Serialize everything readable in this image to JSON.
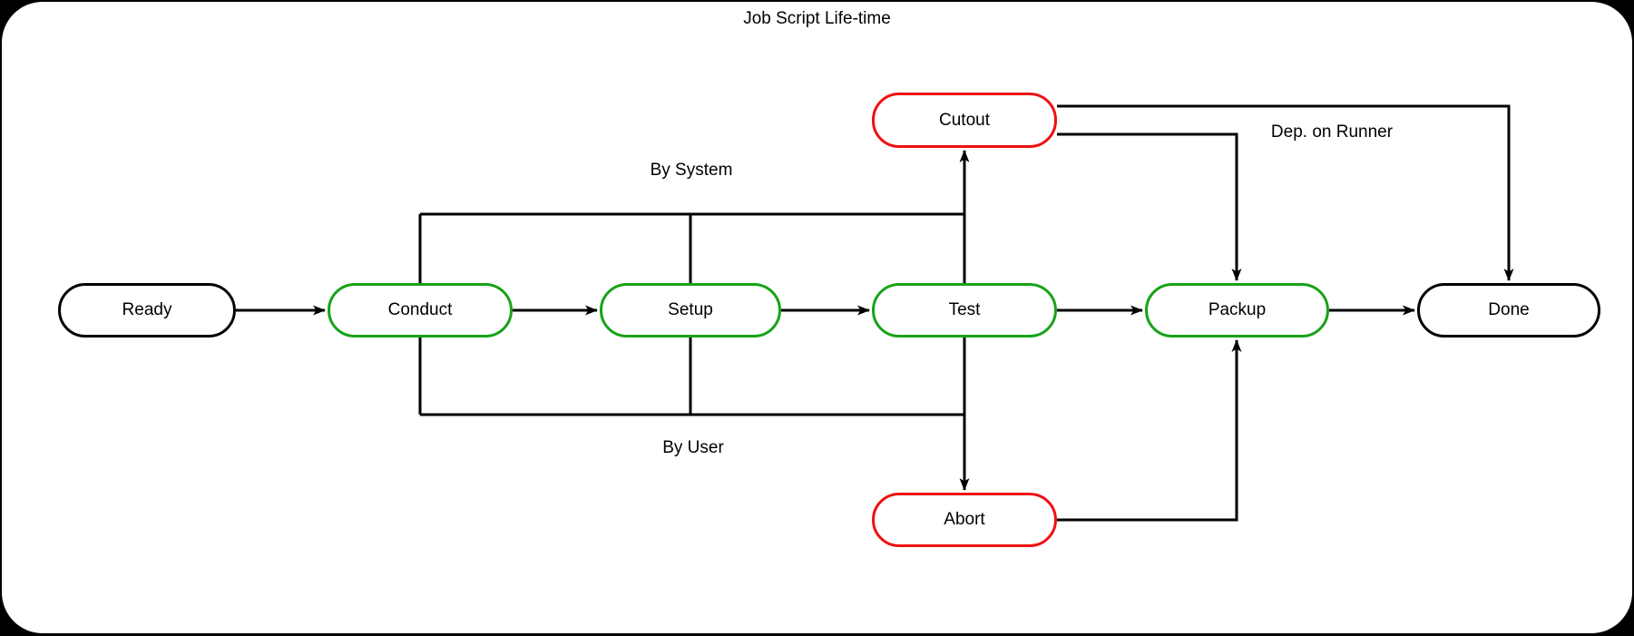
{
  "title": "Job Script Life-time",
  "diagram": {
    "colors": {
      "node_green": "#17A317",
      "node_red": "#EE1111",
      "node_black": "#000000",
      "line": "#000000",
      "background": "#FFFFFF",
      "frame_background": "#000000"
    },
    "nodes": [
      {
        "id": "ready",
        "label": "Ready",
        "color": "black"
      },
      {
        "id": "conduct",
        "label": "Conduct",
        "color": "green"
      },
      {
        "id": "setup",
        "label": "Setup",
        "color": "green"
      },
      {
        "id": "test",
        "label": "Test",
        "color": "green"
      },
      {
        "id": "packup",
        "label": "Packup",
        "color": "green"
      },
      {
        "id": "done",
        "label": "Done",
        "color": "black"
      },
      {
        "id": "cutout",
        "label": "Cutout",
        "color": "red"
      },
      {
        "id": "abort",
        "label": "Abort",
        "color": "red"
      }
    ],
    "annotations": [
      {
        "id": "by-system",
        "text": "By System"
      },
      {
        "id": "by-user",
        "text": "By User"
      },
      {
        "id": "dep-on-runner",
        "text": "Dep. on Runner"
      }
    ],
    "edges": [
      {
        "from": "Ready",
        "to": "Conduct"
      },
      {
        "from": "Conduct",
        "to": "Setup"
      },
      {
        "from": "Setup",
        "to": "Test"
      },
      {
        "from": "Test",
        "to": "Packup"
      },
      {
        "from": "Packup",
        "to": "Done"
      },
      {
        "from": "Test",
        "to": "Cutout",
        "label": "By System"
      },
      {
        "from": "Conduct",
        "to": "Cutout",
        "label": "By System"
      },
      {
        "from": "Setup",
        "to": "Cutout",
        "label": "By System"
      },
      {
        "from": "Test",
        "to": "Abort",
        "label": "By User"
      },
      {
        "from": "Conduct",
        "to": "Abort",
        "label": "By User"
      },
      {
        "from": "Setup",
        "to": "Abort",
        "label": "By User"
      },
      {
        "from": "Cutout",
        "to": "Done",
        "label": "Dep. on Runner"
      },
      {
        "from": "Cutout",
        "to": "Packup",
        "label": "Dep. on Runner"
      },
      {
        "from": "Abort",
        "to": "Packup"
      }
    ]
  }
}
